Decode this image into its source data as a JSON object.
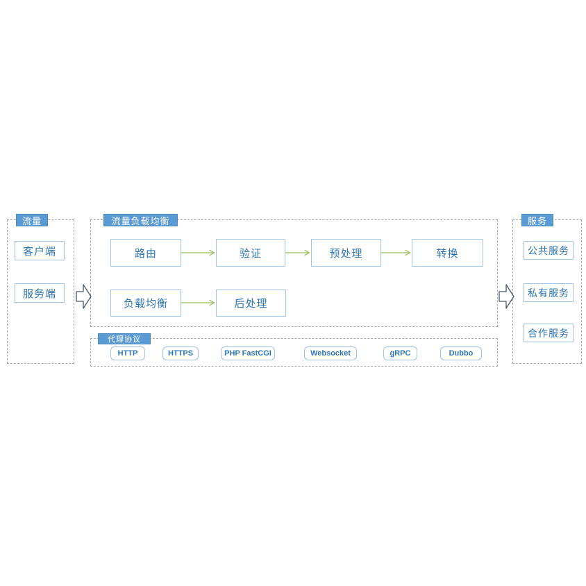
{
  "panels": {
    "traffic": {
      "title": "流量",
      "items": [
        {
          "label": "客户端"
        },
        {
          "label": "服务端"
        }
      ]
    },
    "load_balancer": {
      "title": "流量负载均衡",
      "pipeline": [
        {
          "label": "路由"
        },
        {
          "label": "验证"
        },
        {
          "label": "预处理"
        },
        {
          "label": "转换"
        }
      ],
      "second_row": [
        {
          "label": "负载均衡"
        },
        {
          "label": "后处理"
        }
      ]
    },
    "protocols": {
      "title": "代理协议",
      "items": [
        {
          "label": "HTTP"
        },
        {
          "label": "HTTPS"
        },
        {
          "label": "PHP FastCGI"
        },
        {
          "label": "Websocket"
        },
        {
          "label": "gRPC"
        },
        {
          "label": "Dubbo"
        }
      ]
    },
    "services": {
      "title": "服务",
      "items": [
        {
          "label": "公共服务"
        },
        {
          "label": "私有服务"
        },
        {
          "label": "合作服务"
        }
      ]
    }
  },
  "icons": {
    "flow_arrow_left": "block-arrow-right",
    "flow_arrow_right": "block-arrow-right"
  },
  "colors": {
    "tab_fill": "#5b9bd5",
    "tab_text": "#ffffff",
    "box_border": "#9dc3e6",
    "box_text": "#2e74b5",
    "dashed_border": "#a8a8a8",
    "connector_arrow": "#9bbb59",
    "flow_arrow_outline": "#44546a"
  }
}
